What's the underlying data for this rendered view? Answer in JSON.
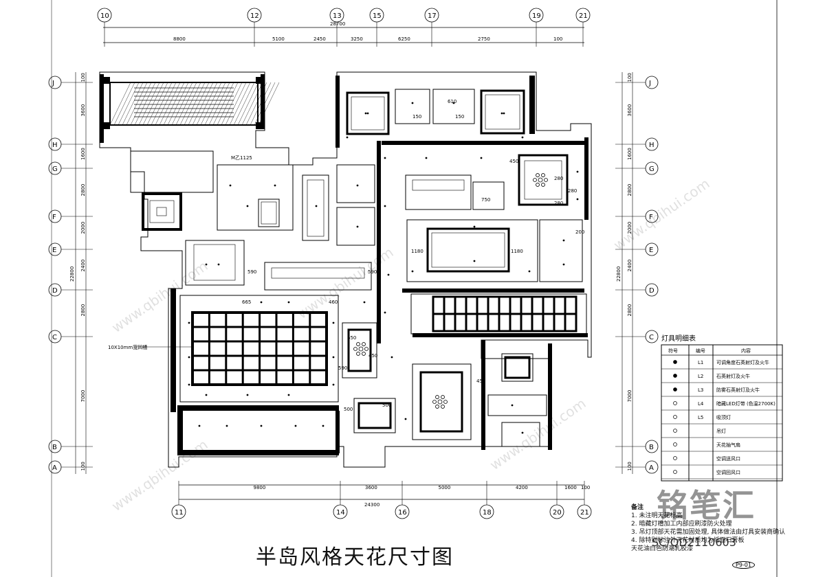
{
  "title": "半岛风格天花尺寸图",
  "drawing_code": "SC/QD2110603",
  "brand": "铭笔汇",
  "watermark": "www.qbihui.com",
  "top_axes": [
    "10",
    "12",
    "13",
    "15",
    "17",
    "19",
    "21"
  ],
  "top_total": "28700",
  "top_dims": [
    "8800",
    "5100",
    "2450",
    "3250",
    "6250",
    "2750",
    "100"
  ],
  "bottom_axes": [
    "11",
    "14",
    "16",
    "18",
    "20",
    "21"
  ],
  "bottom_total": "24300",
  "bottom_dims": [
    "9800",
    "3600",
    "5000",
    "4200",
    "1600",
    "100"
  ],
  "row_axes": [
    "J",
    "H",
    "G",
    "F",
    "E",
    "D",
    "C",
    "B",
    "A"
  ],
  "left_dims": [
    "100",
    "3600",
    "1600",
    "2800",
    "2000",
    "2400",
    "2800",
    "7000",
    "100"
  ],
  "left_total": "22800",
  "annotation_grid": "10X10mm宽凹槽",
  "annotation_door": "M乙1125",
  "room_dims": [
    "610",
    "150",
    "150",
    "450",
    "280",
    "280",
    "750",
    "1180",
    "1180",
    "200",
    "280",
    "590",
    "590",
    "460",
    "665",
    "650",
    "450",
    "500",
    "590",
    "450",
    "500",
    "150"
  ],
  "legend": {
    "title": "灯具明细表",
    "headers": [
      "符号",
      "编号",
      "内容"
    ],
    "rows": [
      {
        "code": "L1",
        "text": "可调角度石英射灯及火牛"
      },
      {
        "code": "L2",
        "text": "石英射灯及火牛"
      },
      {
        "code": "L3",
        "text": "防雾石英射灯及火牛"
      },
      {
        "code": "L4",
        "text": "暗藏LED灯带 (色温2700K)"
      },
      {
        "code": "L5",
        "text": "吸顶灯"
      },
      {
        "code": "",
        "text": "吊灯"
      },
      {
        "code": "",
        "text": "天花抽气扇"
      },
      {
        "code": "",
        "text": "空调送风口"
      },
      {
        "code": "",
        "text": "空调回风口"
      }
    ]
  },
  "notes_label": "备注",
  "notes": [
    "1. 未注明天花标高",
    "2. 暗藏灯槽加工内部应刷漆防火处理",
    "3. 吊灯顶部天花需加固处理, 具体做法由灯具安装商确认",
    "4. 除特别标注外天花材质均为纸面石膏板",
    "天花油白色防潮乳胶漆"
  ],
  "sheet_tag": "P9-01"
}
